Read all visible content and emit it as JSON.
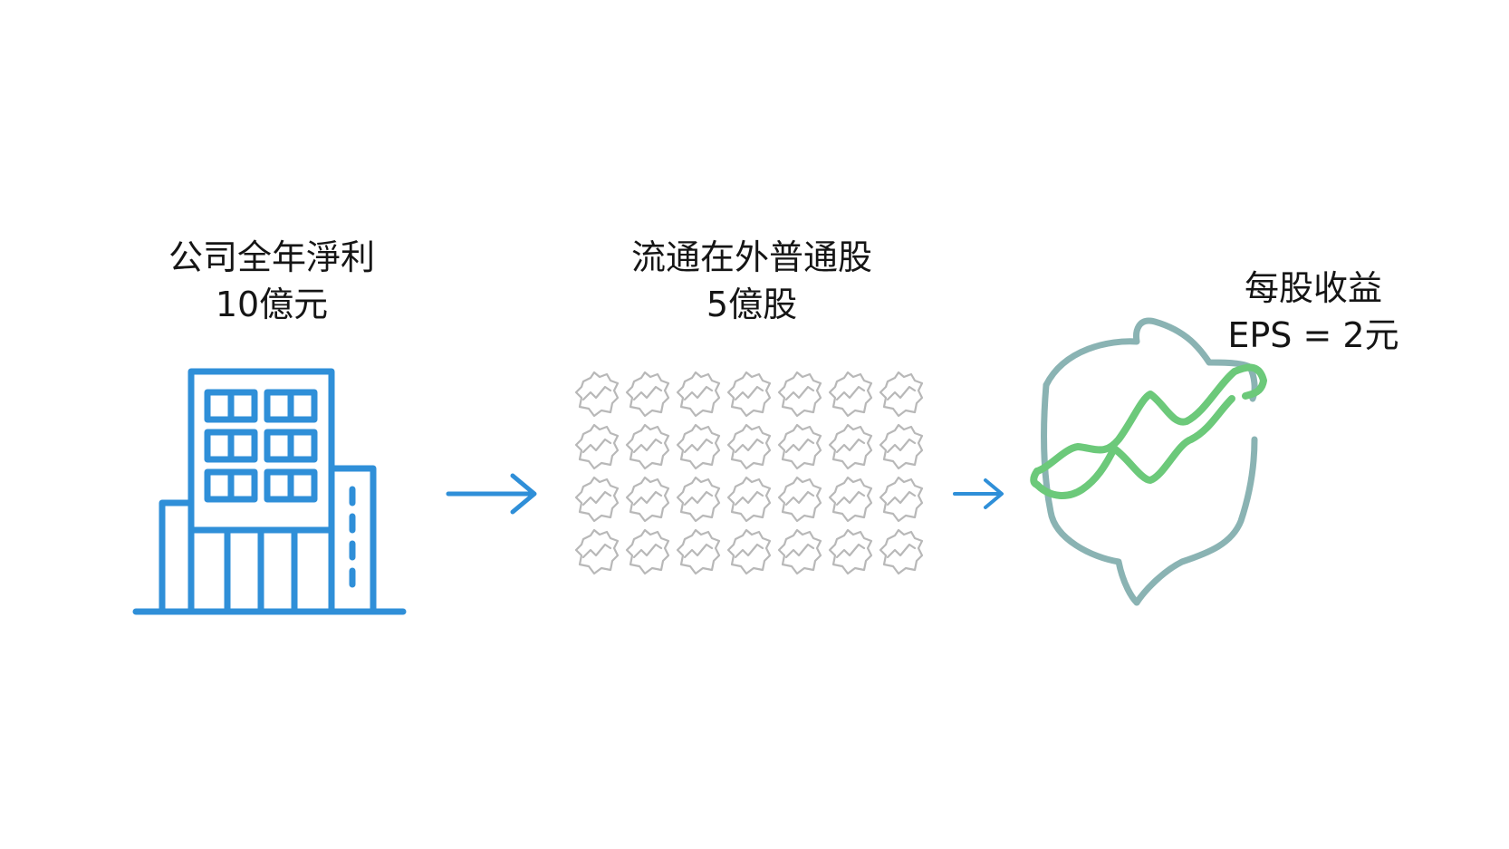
{
  "profit": {
    "line1": "公司全年淨利",
    "line2": "10億元"
  },
  "shares": {
    "line1": "流通在外普通股",
    "line2": "5億股"
  },
  "eps": {
    "line1": "每股收益",
    "line2": "EPS = 2元"
  },
  "share_grid": {
    "rows": 4,
    "cols": 7
  },
  "icons": {
    "building": "office-building-icon",
    "shares": "stock-certificate-icon",
    "growth": "growth-chart-icon",
    "arrow": "arrow-right-icon"
  },
  "colors": {
    "blue": "#2f8fd8",
    "green": "#6cc97a",
    "teal": "#8ab3b3",
    "gray": "#b8b8b8"
  }
}
